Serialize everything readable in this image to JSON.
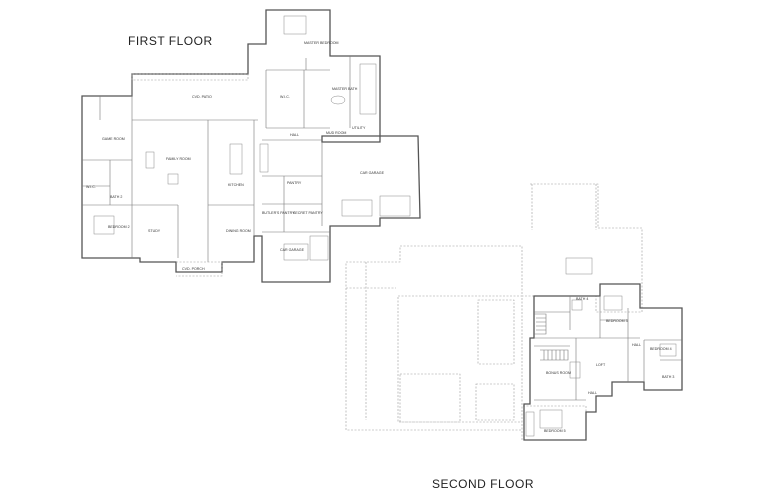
{
  "floors": {
    "first": {
      "title": "FIRST FLOOR",
      "rooms": {
        "master_bedroom": "MASTER BEDROOM",
        "wic": "W.I.C.",
        "master_bath": "MASTER BATH",
        "cvd_patio": "CVD. PATIO",
        "hall": "HALL",
        "mud_room": "MUD ROOM",
        "utility": "UTILITY",
        "game_room": "GAME ROOM",
        "family_room": "FAMILY ROOM",
        "kitchen": "KITCHEN",
        "pantry": "PANTRY",
        "butlers_pantry": "BUTLER'S PANTRY",
        "secret_pantry": "SECRET PANTRY",
        "car_garage": "CAR GARAGE",
        "car_garage_2": "CAR GARAGE",
        "bedroom_2": "BEDROOM 2",
        "study": "STUDY",
        "dining_room": "DINING ROOM",
        "cvd_porch": "CVD. PORCH",
        "wic_2": "W.I.C.",
        "bath_2": "BATH 2"
      }
    },
    "second": {
      "title": "SECOND FLOOR",
      "rooms": {
        "bath_4": "BATH 4",
        "bedroom_3": "BEDROOM 3",
        "bedroom_4": "BEDROOM 4",
        "hall": "HALL",
        "bath_3": "BATH 3",
        "bonus_room": "BONUS ROOM",
        "loft": "LOFT",
        "hall_2": "HALL",
        "bedroom_5": "BEDROOM 5"
      }
    }
  }
}
